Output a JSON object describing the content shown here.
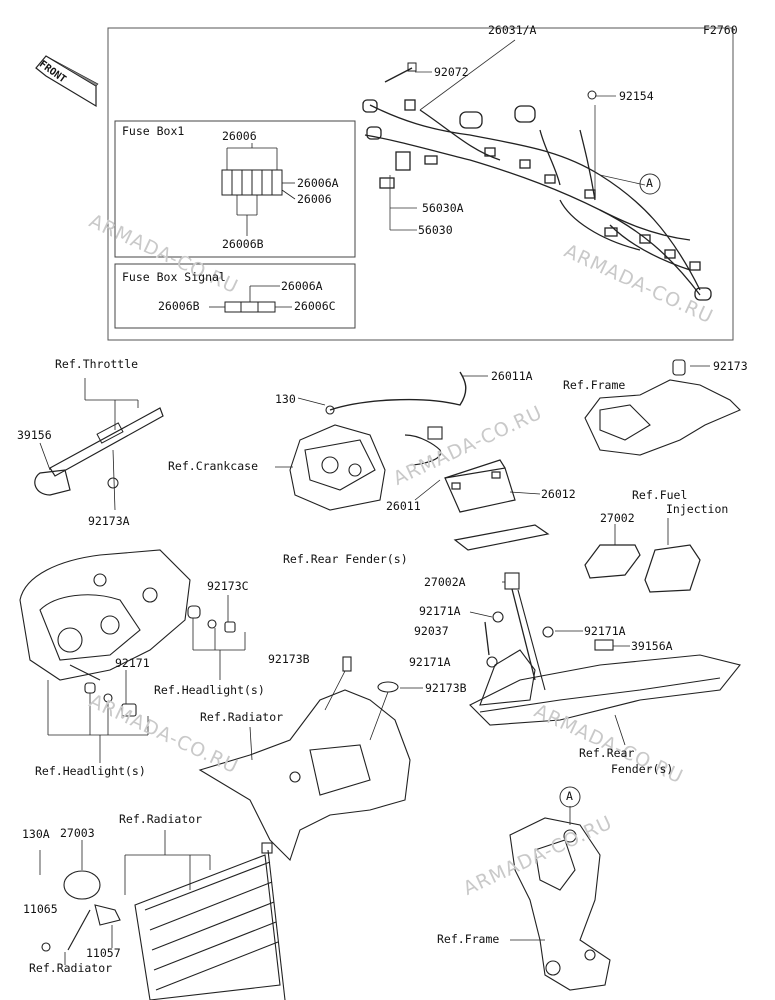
{
  "figure_code": "F2760",
  "front_label": "FRONT",
  "fuse_box_1": {
    "title": "Fuse Box1",
    "top_part": "26006",
    "right_top": "26006A",
    "right_bottom": "26006",
    "bottom_part": "26006B"
  },
  "fuse_box_signal": {
    "title": "Fuse Box Signal",
    "top_part": "26006A",
    "left_part": "26006B",
    "right_part": "26006C"
  },
  "callouts": {
    "harness": "26031/A",
    "clip_92072": "92072",
    "bolt_92154": "92154",
    "marker_a": "A",
    "bracket_56030a": "56030A",
    "bracket_56030": "56030",
    "ref_throttle": "Ref.Throttle",
    "sensor_39156": "39156",
    "clamp_92173a": "92173A",
    "bolt_130": "130",
    "cable_26011a": "26011A",
    "ref_frame_top": "Ref.Frame",
    "clamp_92173": "92173",
    "ref_crankcase": "Ref.Crankcase",
    "battery_cable_26011": "26011",
    "battery_26012": "26012",
    "ref_fuel_injection_1": "Ref.Fuel",
    "ref_fuel_injection_2": "Injection",
    "cover_27002": "27002",
    "ref_rear_fender_top": "Ref.Rear Fender(s)",
    "cover_27002a": "27002A",
    "damper_92171a_1": "92171A",
    "damper_92171a_2": "92171A",
    "pin_92037": "92037",
    "damper_92171a_3": "92171A",
    "sensor_39156a": "39156A",
    "clamp_92173c": "92173C",
    "damper_92171": "92171",
    "ref_headlight_1": "Ref.Headlight(s)",
    "ref_headlight_2": "Ref.Headlight(s)",
    "clamp_92173b_1": "92173B",
    "clamp_92173b_2": "92173B",
    "ref_radiator_1": "Ref.Radiator",
    "ref_rear_fender_1": "Ref.Rear",
    "ref_rear_fender_2": "Fender(s)",
    "bolt_130a": "130A",
    "horn_27003": "27003",
    "ref_radiator_2": "Ref.Radiator",
    "nut_11065": "11065",
    "bracket_11057": "11057",
    "ref_radiator_3": "Ref.Radiator",
    "ref_frame_bottom": "Ref.Frame"
  },
  "watermark": "ARMADA-CO.RU"
}
